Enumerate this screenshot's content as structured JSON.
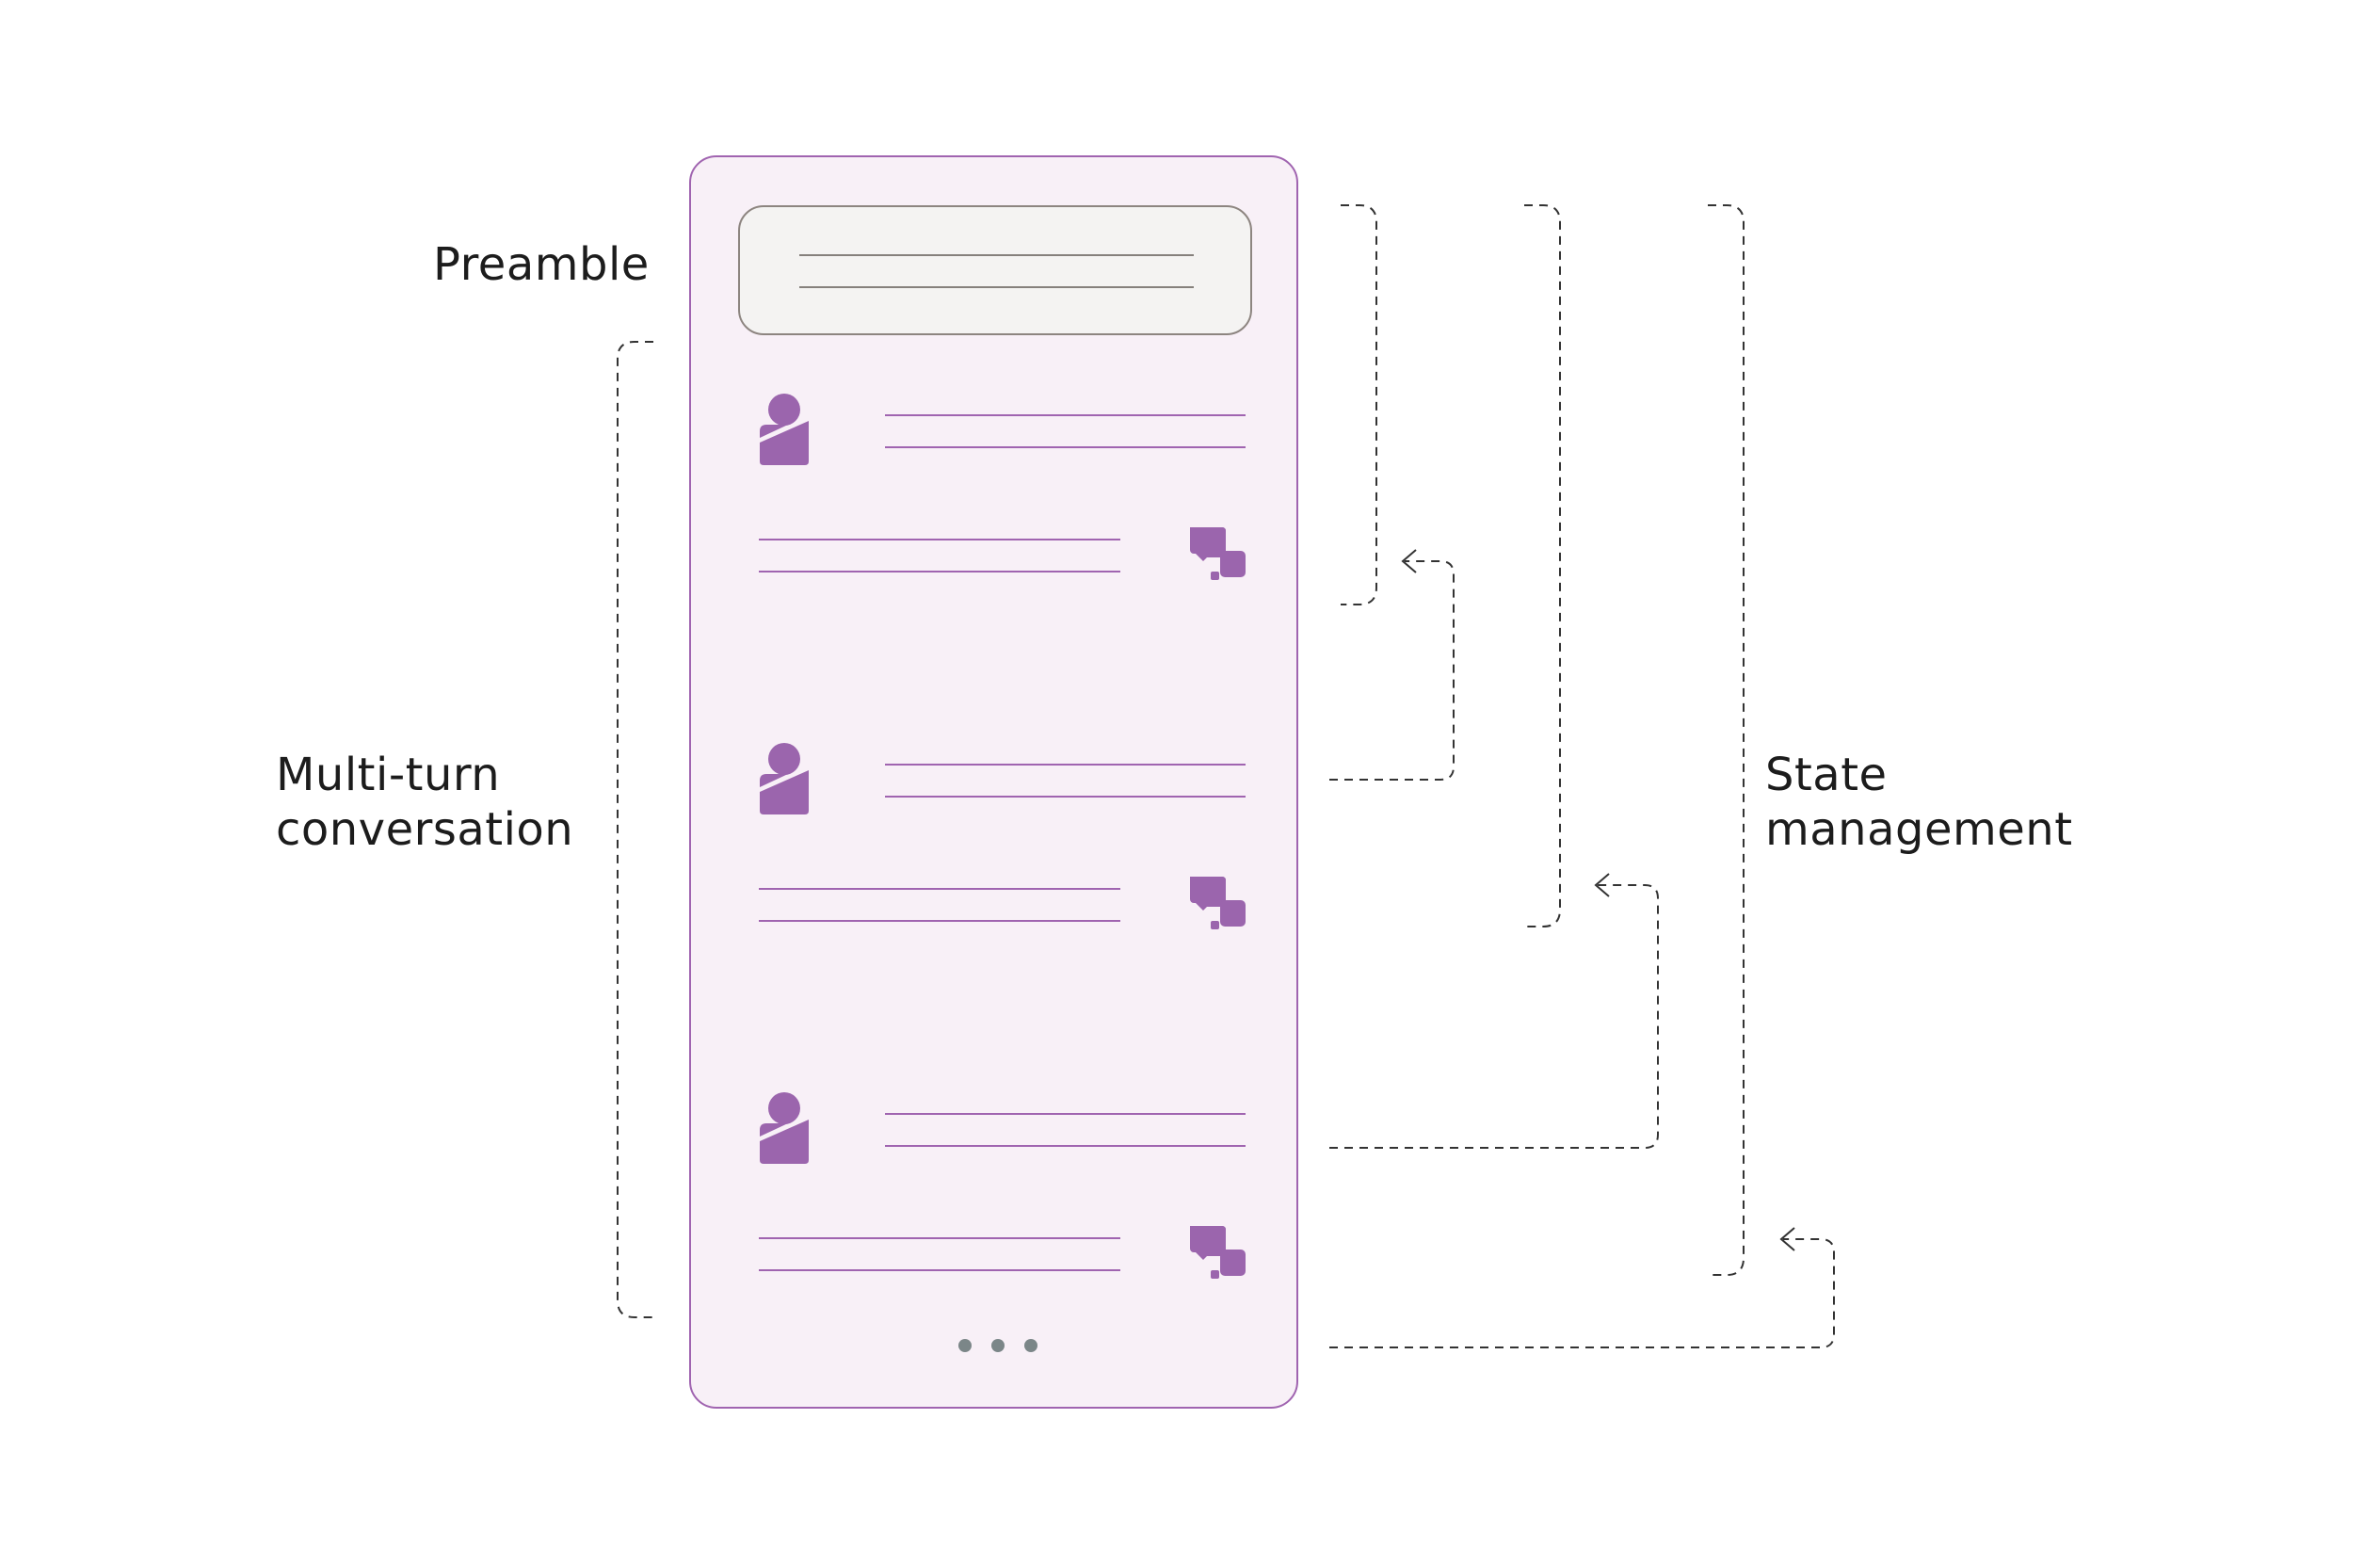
{
  "labels": {
    "preamble": "Preamble",
    "multi_turn": [
      "Multi-turn",
      "conversation"
    ],
    "state_management": [
      "State",
      "management"
    ]
  },
  "colors": {
    "accent": "#9b65ad",
    "panel_bg": "#f8f0f7",
    "panel_border": "#a064b0",
    "preamble_bg": "#f4f3f2",
    "preamble_border": "#8d8580",
    "preamble_lines": "#85807c",
    "dashed": "#333333",
    "dots": "#7b8688"
  },
  "icons": {
    "user": "user-icon",
    "assistant": "chat-bubbles-icon",
    "more": "ellipsis-icon"
  },
  "turns": [
    {
      "user": "user message",
      "assistant": "assistant reply"
    },
    {
      "user": "user message",
      "assistant": "assistant reply"
    },
    {
      "user": "user message",
      "assistant": "assistant reply"
    }
  ]
}
